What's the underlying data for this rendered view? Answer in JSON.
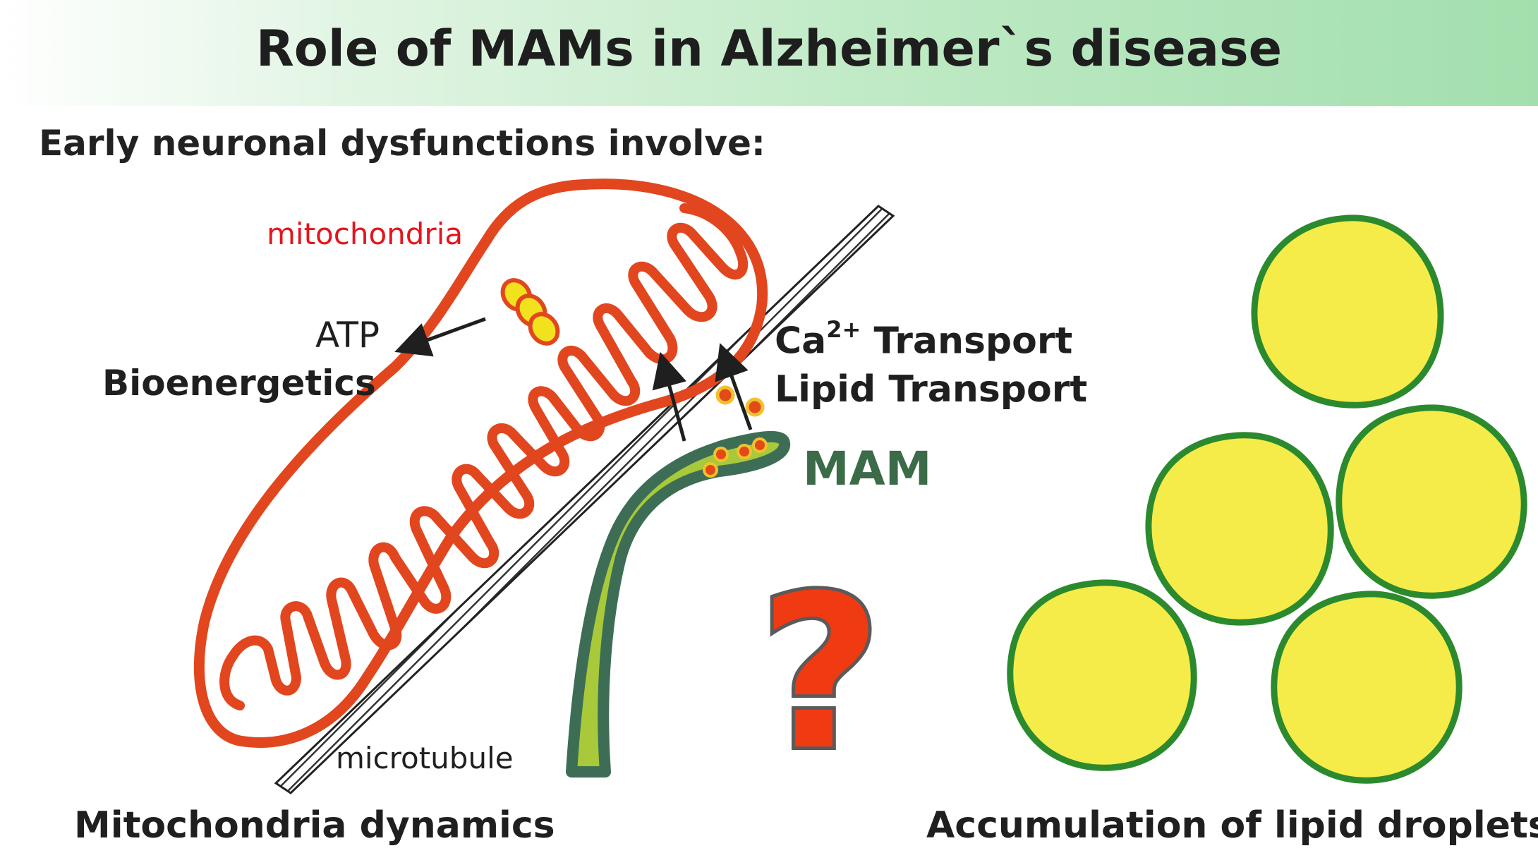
{
  "header": {
    "title": "Role of MAMs in Alzheimer`s disease",
    "band_color": "#a3dfae"
  },
  "subtitle": "Early neuronal dysfunctions involve:",
  "labels": {
    "mitochondria": "mitochondria",
    "atp": "ATP",
    "bioenergetics": "Bioenergetics",
    "ca_prefix": "Ca",
    "ca_superscript": "2+",
    "ca_suffix": "Transport",
    "lipid_transport": "Lipid Transport",
    "mam": "MAM",
    "microtubule": "microtubule",
    "mitochondria_dynamics": "Mitochondria dynamics",
    "lipid_droplets": "Accumulation of lipid droplets"
  },
  "question_mark": "?",
  "colors": {
    "mitochondria_outline": "#e2461e",
    "mitochondria_label": "#e3151c",
    "mam_fill": "#a8c93a",
    "mam_outline": "#3d6e55",
    "droplet_fill": "#f5ec4a",
    "droplet_outline": "#2c8a2e",
    "question_mark_fill": "#f03a12"
  }
}
